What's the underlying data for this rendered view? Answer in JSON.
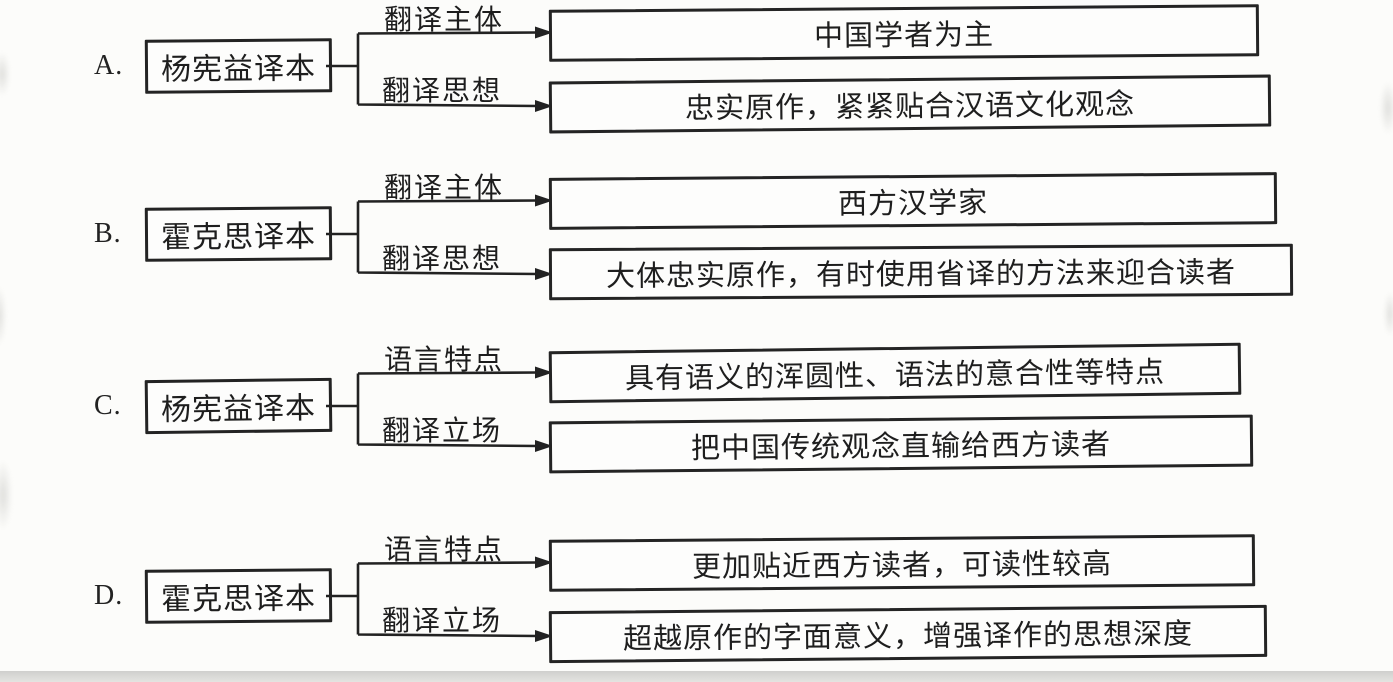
{
  "document_type": "scanned multiple-choice diagram question",
  "colors": {
    "ink": "#1e1e1e",
    "box_border": "#232323",
    "paper": "#fcfcfa",
    "bottom_strip": "#d6d6d4"
  },
  "options": [
    {
      "letter": "A.",
      "source": "杨宪益译本",
      "branches": [
        {
          "label": "翻译主体",
          "target": "中国学者为主"
        },
        {
          "label": "翻译思想",
          "target": "忠实原作，紧紧贴合汉语文化观念"
        }
      ]
    },
    {
      "letter": "B.",
      "source": "霍克思译本",
      "branches": [
        {
          "label": "翻译主体",
          "target": "西方汉学家"
        },
        {
          "label": "翻译思想",
          "target": "大体忠实原作，有时使用省译的方法来迎合读者"
        }
      ]
    },
    {
      "letter": "C.",
      "source": "杨宪益译本",
      "branches": [
        {
          "label": "语言特点",
          "target": "具有语义的浑圆性、语法的意合性等特点"
        },
        {
          "label": "翻译立场",
          "target": "把中国传统观念直输给西方读者"
        }
      ]
    },
    {
      "letter": "D.",
      "source": "霍克思译本",
      "branches": [
        {
          "label": "语言特点",
          "target": "更加贴近西方读者，可读性较高"
        },
        {
          "label": "翻译立场",
          "target": "超越原作的字面意义，增强译作的思想深度"
        }
      ]
    }
  ]
}
